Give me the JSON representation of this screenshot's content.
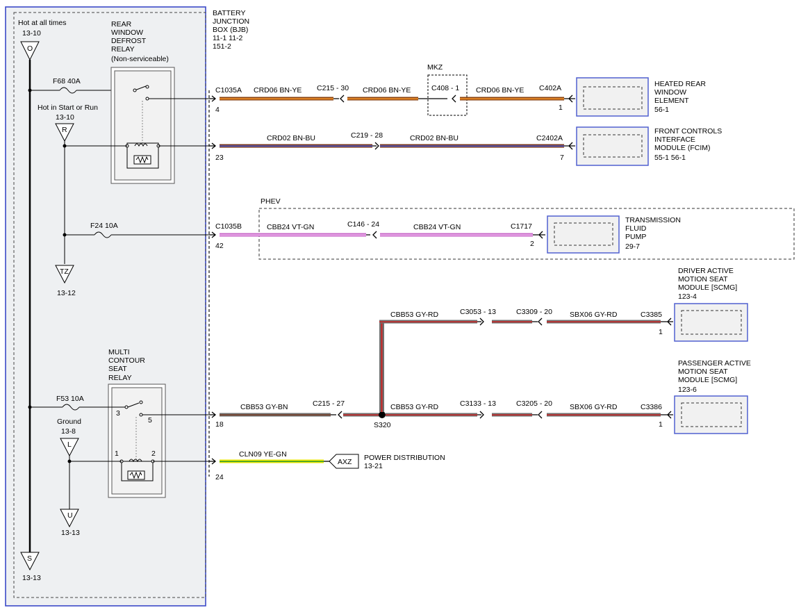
{
  "bjb": {
    "title_lines": [
      "BATTERY",
      "JUNCTION",
      "BOX (BJB)",
      "11-1      11-2",
      "151-2"
    ],
    "hot_at_all_times": "Hot at all times",
    "hot_ref": "13-10",
    "hot_in_start": "Hot in Start or Run",
    "hot_in_start_ref": "13-10",
    "ground": "Ground",
    "ground_ref": "13-8",
    "tz_ref": "13-12",
    "u_ref": "13-13",
    "s_ref": "13-13",
    "fuse_f68": "F68   40A",
    "fuse_f24": "F24   10A",
    "fuse_f53": "F53   10A"
  },
  "symbols": {
    "o": "O",
    "r": "R",
    "tz": "TZ",
    "l": "L",
    "u": "U",
    "s": "S",
    "axz": "AXZ"
  },
  "relays": {
    "rear_defrost_lines": [
      "REAR",
      "WINDOW",
      "DEFROST",
      "RELAY",
      "(Non-serviceable)"
    ],
    "multi_contour_lines": [
      "MULTI",
      "CONTOUR",
      "SEAT",
      "RELAY"
    ],
    "pin3": "3",
    "pin5": "5",
    "pin1": "1",
    "pin2": "2"
  },
  "circuits": {
    "c1": {
      "connector_left": "C1035A",
      "pin_left": "4",
      "wire1": "CRD06   BN-YE",
      "inline1": "C215  -  30",
      "wire2": "CRD06   BN-YE",
      "mkz_label": "MKZ",
      "inline2": "C408  -  1",
      "wire3": "CRD06   BN-YE",
      "connector_right": "C402A",
      "pin_right": "1"
    },
    "c2": {
      "pin_left": "23",
      "wire1": "CRD02   BN-BU",
      "inline1": "C219  -  28",
      "wire2": "CRD02   BN-BU",
      "connector_right": "C2402A",
      "pin_right": "7"
    },
    "c3": {
      "phev_label": "PHEV",
      "connector_left": "C1035B",
      "pin_left": "42",
      "wire1": "CBB24  VT-GN",
      "inline1": "C146  -  24",
      "wire2": "CBB24  VT-GN",
      "connector_right": "C1717",
      "pin_right": "2"
    },
    "c4": {
      "wire1": "CBB53   GY-RD",
      "inline1": "C3053  -  13",
      "inline2": "C3309  -  20",
      "wire2": "SBX06    GY-RD",
      "connector_right": "C3385",
      "pin_right": "1"
    },
    "c5": {
      "pin_left": "18",
      "wire1": "CBB53  GY-BN",
      "inline1": "C215  -  27",
      "splice": "S320",
      "wire2": "CBB53   GY-RD",
      "inline2": "C3133  -  13",
      "inline3": "C3205  -  20",
      "wire3": "SBX06    GY-RD",
      "connector_right": "C3386",
      "pin_right": "1"
    },
    "c6": {
      "pin_left": "24",
      "wire1": "CLN09    YE-GN",
      "dest_lines": [
        "POWER DISTRIBUTION",
        "13-21"
      ]
    }
  },
  "components": {
    "hrw_lines": [
      "HEATED REAR",
      "WINDOW",
      "ELEMENT",
      "56-1"
    ],
    "fcim_lines": [
      "FRONT CONTROLS",
      "INTERFACE",
      "MODULE (FCIM)",
      "55-1    56-1"
    ],
    "tfp_lines": [
      "TRANSMISSION",
      "FLUID",
      "PUMP",
      "29-7"
    ],
    "driver_lines": [
      "DRIVER ACTIVE",
      "MOTION SEAT",
      "MODULE [SCMG]",
      "123-4"
    ],
    "pass_lines": [
      "PASSENGER ACTIVE",
      "MOTION SEAT",
      "MODULE [SCMG]",
      "123-6"
    ]
  },
  "colors": {
    "brown": "#8b4513",
    "orange": "#e8731a",
    "blue": "#3d4fd6",
    "violet": "#cc66cc",
    "gray": "#6f6f6f",
    "red": "#d02020",
    "yellow": "#e6e600",
    "green": "#2e9a2e",
    "box_border": "#5060d0"
  }
}
